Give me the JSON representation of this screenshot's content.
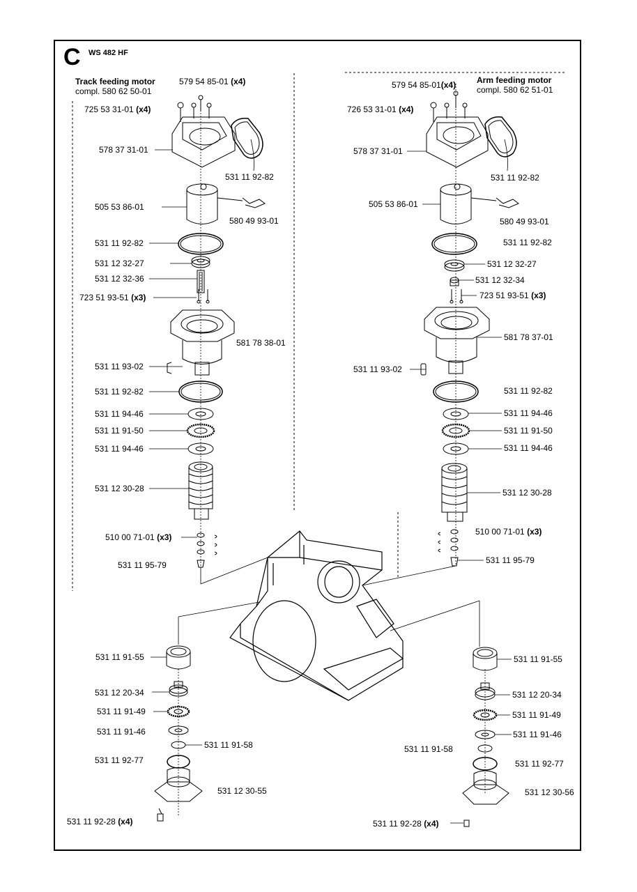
{
  "section_letter": "C",
  "model": "WS 482 HF",
  "left_title": {
    "line1": "Track feeding motor",
    "line2": "compl. 580 62 50-01"
  },
  "right_title": {
    "line1": "Arm feeding motor",
    "line2": "compl. 580 62 51-01"
  },
  "left_parts": [
    {
      "part": "579 54 85-01",
      "qty": "(x4)"
    },
    {
      "part": "725 53 31-01",
      "qty": "(x4)"
    },
    {
      "part": "578 37 31-01",
      "qty": ""
    },
    {
      "part": "531 11 92-82",
      "qty": ""
    },
    {
      "part": "505 53 86-01",
      "qty": ""
    },
    {
      "part": "580 49 93-01",
      "qty": ""
    },
    {
      "part": "531 11 92-82",
      "qty": ""
    },
    {
      "part": "531 12 32-27",
      "qty": ""
    },
    {
      "part": "531 12 32-36",
      "qty": ""
    },
    {
      "part": "723 51 93-51",
      "qty": "(x3)"
    },
    {
      "part": "581 78 38-01",
      "qty": ""
    },
    {
      "part": "531 11 93-02",
      "qty": ""
    },
    {
      "part": "531 11 92-82",
      "qty": ""
    },
    {
      "part": "531 11 94-46",
      "qty": ""
    },
    {
      "part": "531 11 91-50",
      "qty": ""
    },
    {
      "part": "531 11 94-46",
      "qty": ""
    },
    {
      "part": "531 12 30-28",
      "qty": ""
    },
    {
      "part": "510 00 71-01",
      "qty": "(x3)"
    },
    {
      "part": "531 11 95-79",
      "qty": ""
    }
  ],
  "right_parts": [
    {
      "part": "579 54 85-01",
      "qty": "(x4)"
    },
    {
      "part": "726 53 31-01",
      "qty": "(x4)"
    },
    {
      "part": "578 37 31-01",
      "qty": ""
    },
    {
      "part": "531 11 92-82",
      "qty": ""
    },
    {
      "part": "505 53 86-01",
      "qty": ""
    },
    {
      "part": "580 49 93-01",
      "qty": ""
    },
    {
      "part": "531 11 92-82",
      "qty": ""
    },
    {
      "part": "531 12 32-27",
      "qty": ""
    },
    {
      "part": "531 12 32-34",
      "qty": ""
    },
    {
      "part": "723 51 93-51",
      "qty": "(x3)"
    },
    {
      "part": "581 78 37-01",
      "qty": ""
    },
    {
      "part": "531 11 93-02",
      "qty": ""
    },
    {
      "part": "531 11 92-82",
      "qty": ""
    },
    {
      "part": "531 11 94-46",
      "qty": ""
    },
    {
      "part": "531 11 91-50",
      "qty": ""
    },
    {
      "part": "531 11 94-46",
      "qty": ""
    },
    {
      "part": "531 12 30-28",
      "qty": ""
    },
    {
      "part": "510 00 71-01",
      "qty": "(x3)"
    },
    {
      "part": "531 11 95-79",
      "qty": ""
    }
  ],
  "bottom_left_parts": [
    {
      "part": "531 11 91-55",
      "qty": ""
    },
    {
      "part": "531 12 20-34",
      "qty": ""
    },
    {
      "part": "531 11 91-49",
      "qty": ""
    },
    {
      "part": "531 11 91-46",
      "qty": ""
    },
    {
      "part": "531 11 91-58",
      "qty": ""
    },
    {
      "part": "531 11 92-77",
      "qty": ""
    },
    {
      "part": "531 12 30-55",
      "qty": ""
    },
    {
      "part": "531 11 92-28",
      "qty": "(x4)"
    }
  ],
  "bottom_right_parts": [
    {
      "part": "531 11 91-55",
      "qty": ""
    },
    {
      "part": "531 12 20-34",
      "qty": ""
    },
    {
      "part": "531 11 91-49",
      "qty": ""
    },
    {
      "part": "531 11 91-46",
      "qty": ""
    },
    {
      "part": "531 11 91-58",
      "qty": ""
    },
    {
      "part": "531 11 92-77",
      "qty": ""
    },
    {
      "part": "531 12 30-56",
      "qty": ""
    },
    {
      "part": "531 11 92-28",
      "qty": "(x4)"
    }
  ]
}
